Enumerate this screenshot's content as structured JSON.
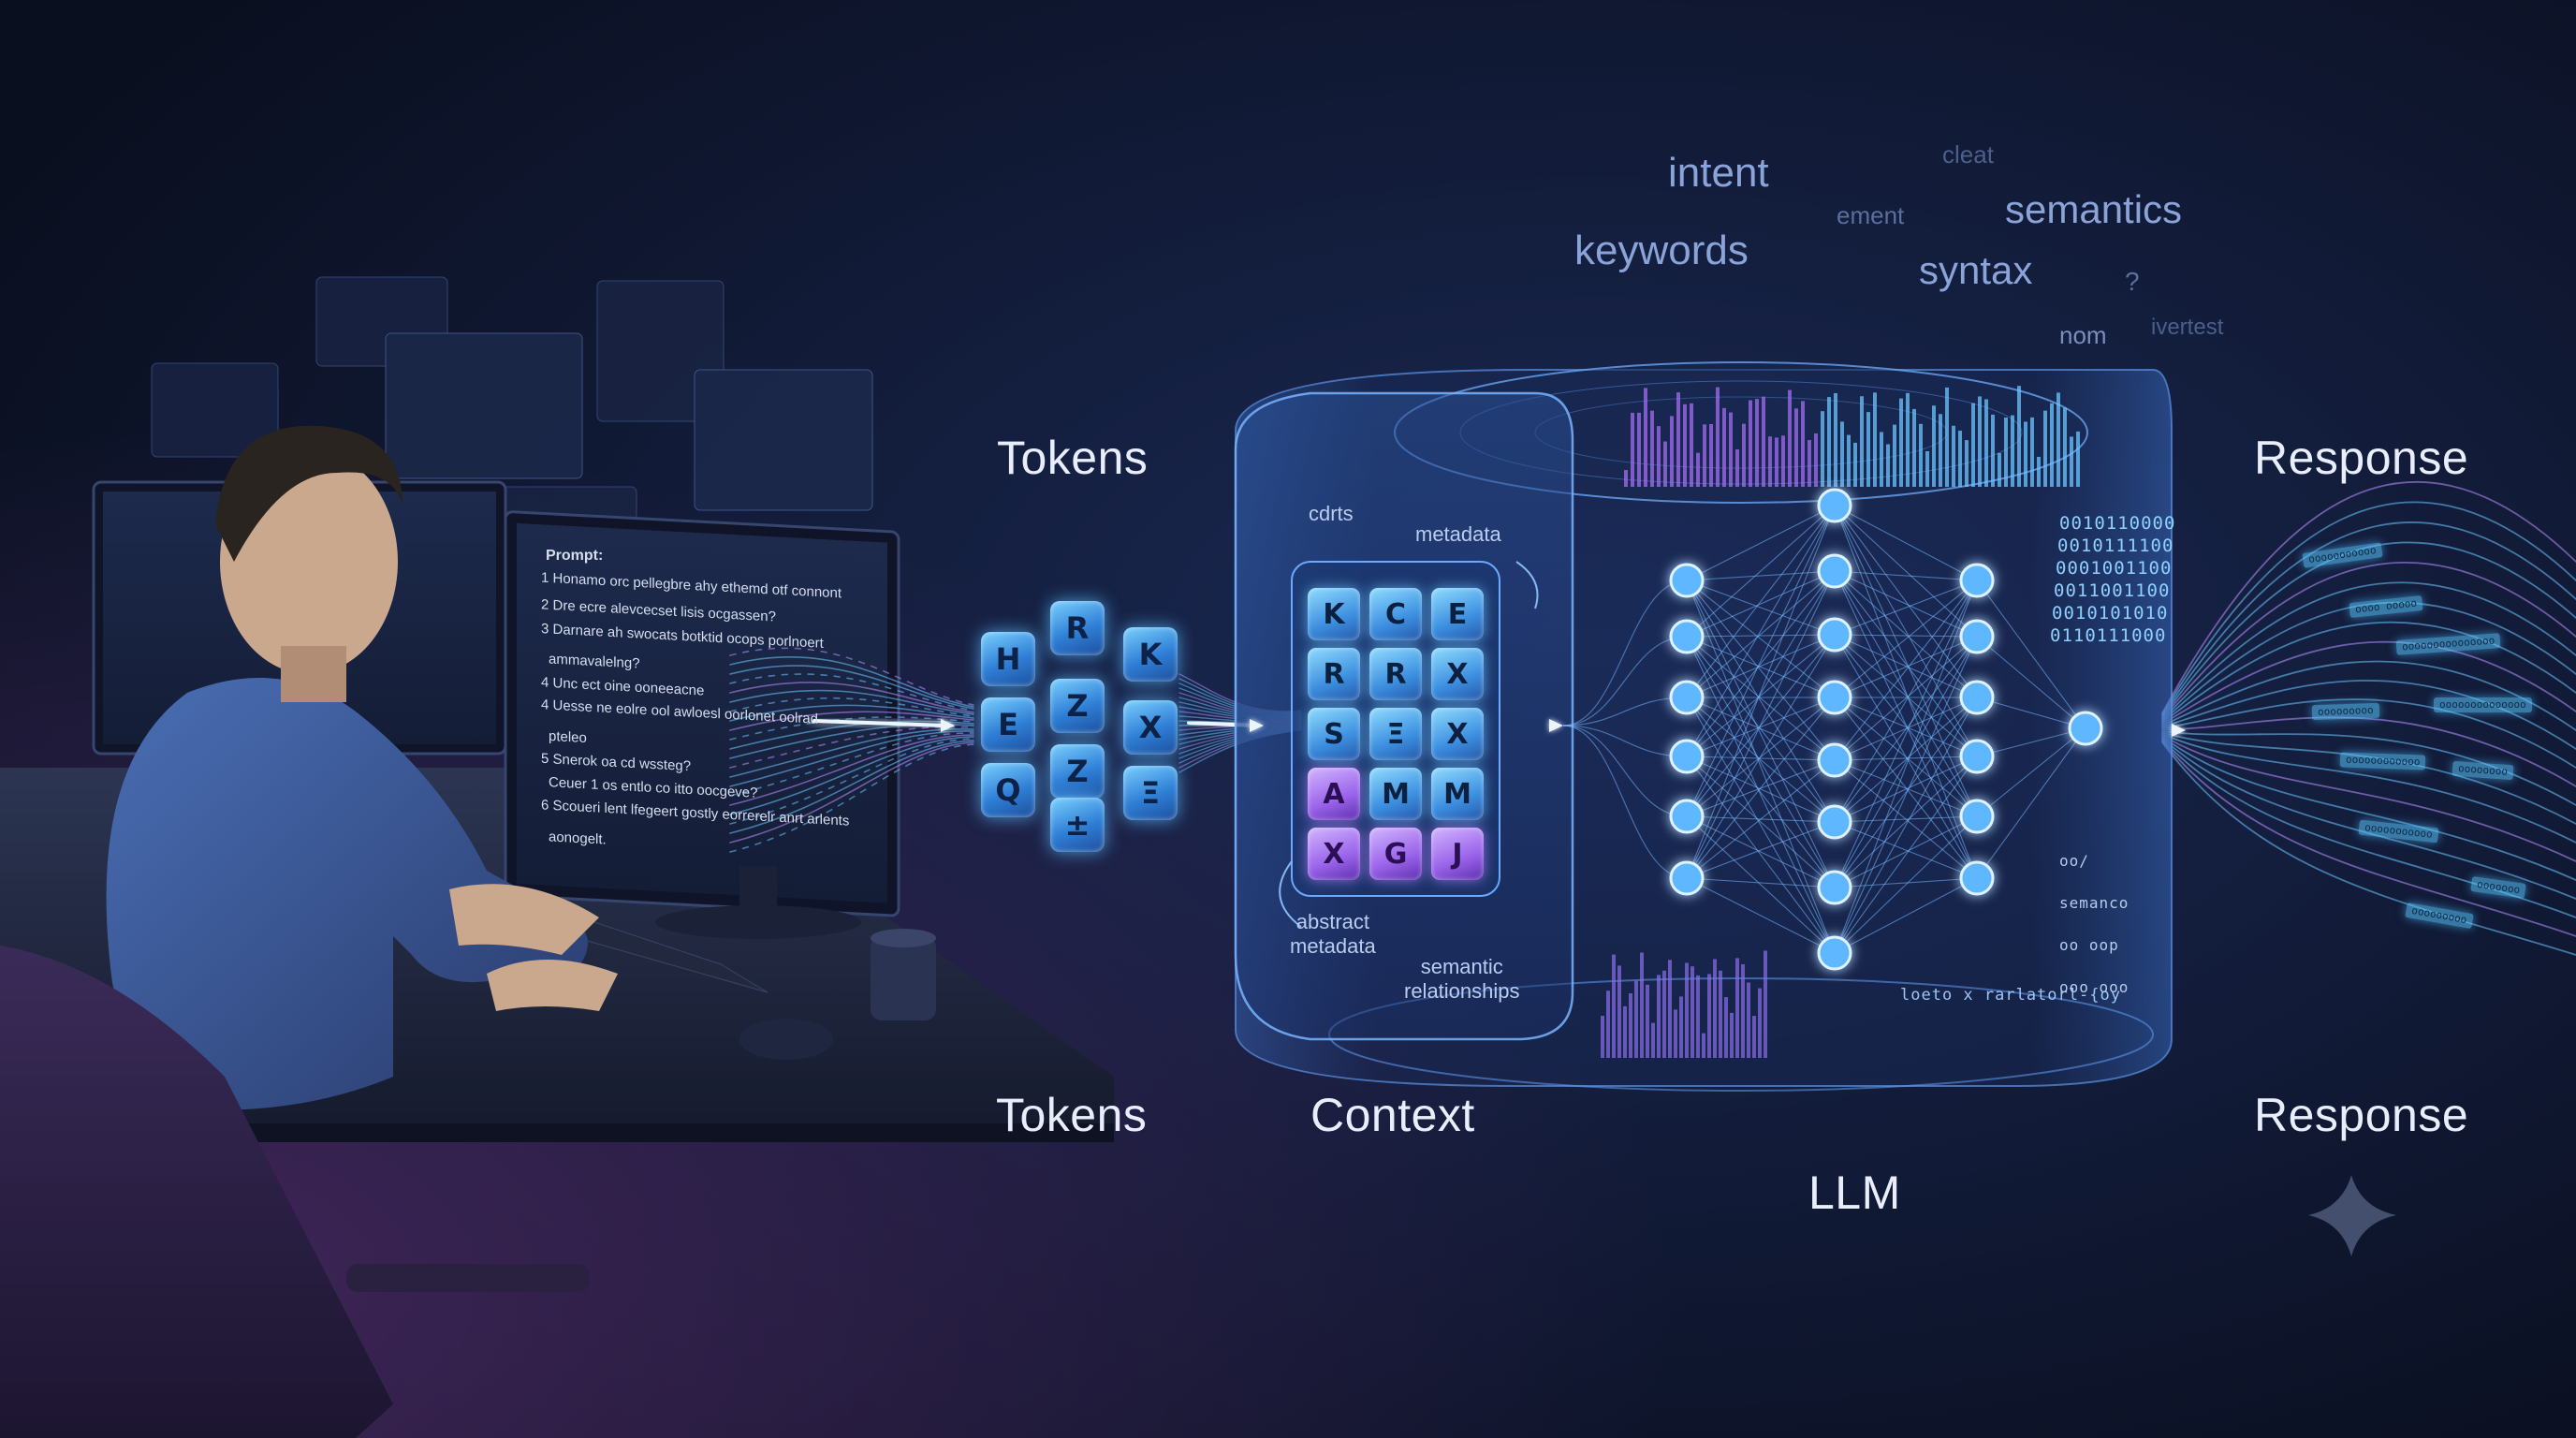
{
  "labels": {
    "tokens_top": "Tokens",
    "tokens_bottom": "Tokens",
    "context": "Context",
    "llm": "LLM",
    "response_top": "Response",
    "response_bottom": "Response"
  },
  "context_panel": {
    "label_top_left": "cdrts",
    "label_top_right": "metadata",
    "label_bottom_left": "abstract\nmetadata",
    "label_bottom_right": "semantic\nrelationships",
    "tiles": [
      [
        "K",
        "C",
        "E"
      ],
      [
        "R",
        "R",
        "X"
      ],
      [
        "S",
        "Ξ",
        "X"
      ],
      [
        "A",
        "M",
        "M"
      ],
      [
        "X",
        "G",
        "J"
      ]
    ]
  },
  "token_cubes": [
    "H",
    "R",
    "K",
    "E",
    "Z",
    "X",
    "Z",
    "Q",
    "±",
    "Ξ"
  ],
  "floating_words": [
    {
      "text": "intent",
      "color": "#8aa3d8"
    },
    {
      "text": "cleat",
      "color": "#4b5f8c"
    },
    {
      "text": "ement",
      "color": "#5a6f9e"
    },
    {
      "text": "semantics",
      "color": "#8aa3d8"
    },
    {
      "text": "keywords",
      "color": "#8aa3d8"
    },
    {
      "text": "syntax",
      "color": "#8aa3d8"
    },
    {
      "text": "?",
      "color": "#5a6f9e"
    },
    {
      "text": "nom",
      "color": "#7a8fbe"
    },
    {
      "text": "ivertest",
      "color": "#4b5f8c"
    }
  ],
  "prompt_screen": {
    "heading": "Prompt:",
    "lines": [
      "1 Honamo orc pellegbre ahy ethemd otf connont",
      "2 Dre ecre alevcecset lisis ocgassen?",
      "3 Darnare ah swocats botktid ocops porlnoert",
      "  ammavalelng?",
      "4 Unc ect oine ooneeacne",
      "4 Uesse ne eolre ool awloesl oorlonet oolrad",
      "  pteleo",
      "5 Snerok oa cd wssteg?",
      "  Ceuer 1 os entlo co itto oocgeve?",
      "6 Scoueri lent lfegeert gostly eorrerelr anrt arlents",
      "  aonogelt."
    ]
  },
  "llm_panel": {
    "binary_rows": [
      "0010110000",
      "0010111100",
      "0001001100",
      "0011001100",
      "0010101010",
      "0110111000"
    ],
    "lower_text": "loeto x rarlatorl-{oy",
    "side_labels": [
      "oo/",
      "semanco",
      "oo oop",
      "ooo ooo"
    ]
  },
  "response_pills": [
    "ooooooooooo",
    "oooo ooooo",
    "ooooooooooooooo",
    "ooooooooo",
    "oooooooooooooo",
    "oooooooooooo",
    "oooooooo",
    "ooooooooooo",
    "ooooooo",
    "ooooooooo"
  ],
  "colors": {
    "background": "#0c1224",
    "accent_blue": "#6cc6ff",
    "accent_violet": "#9a63ea",
    "label_text": "#e9eefc"
  }
}
